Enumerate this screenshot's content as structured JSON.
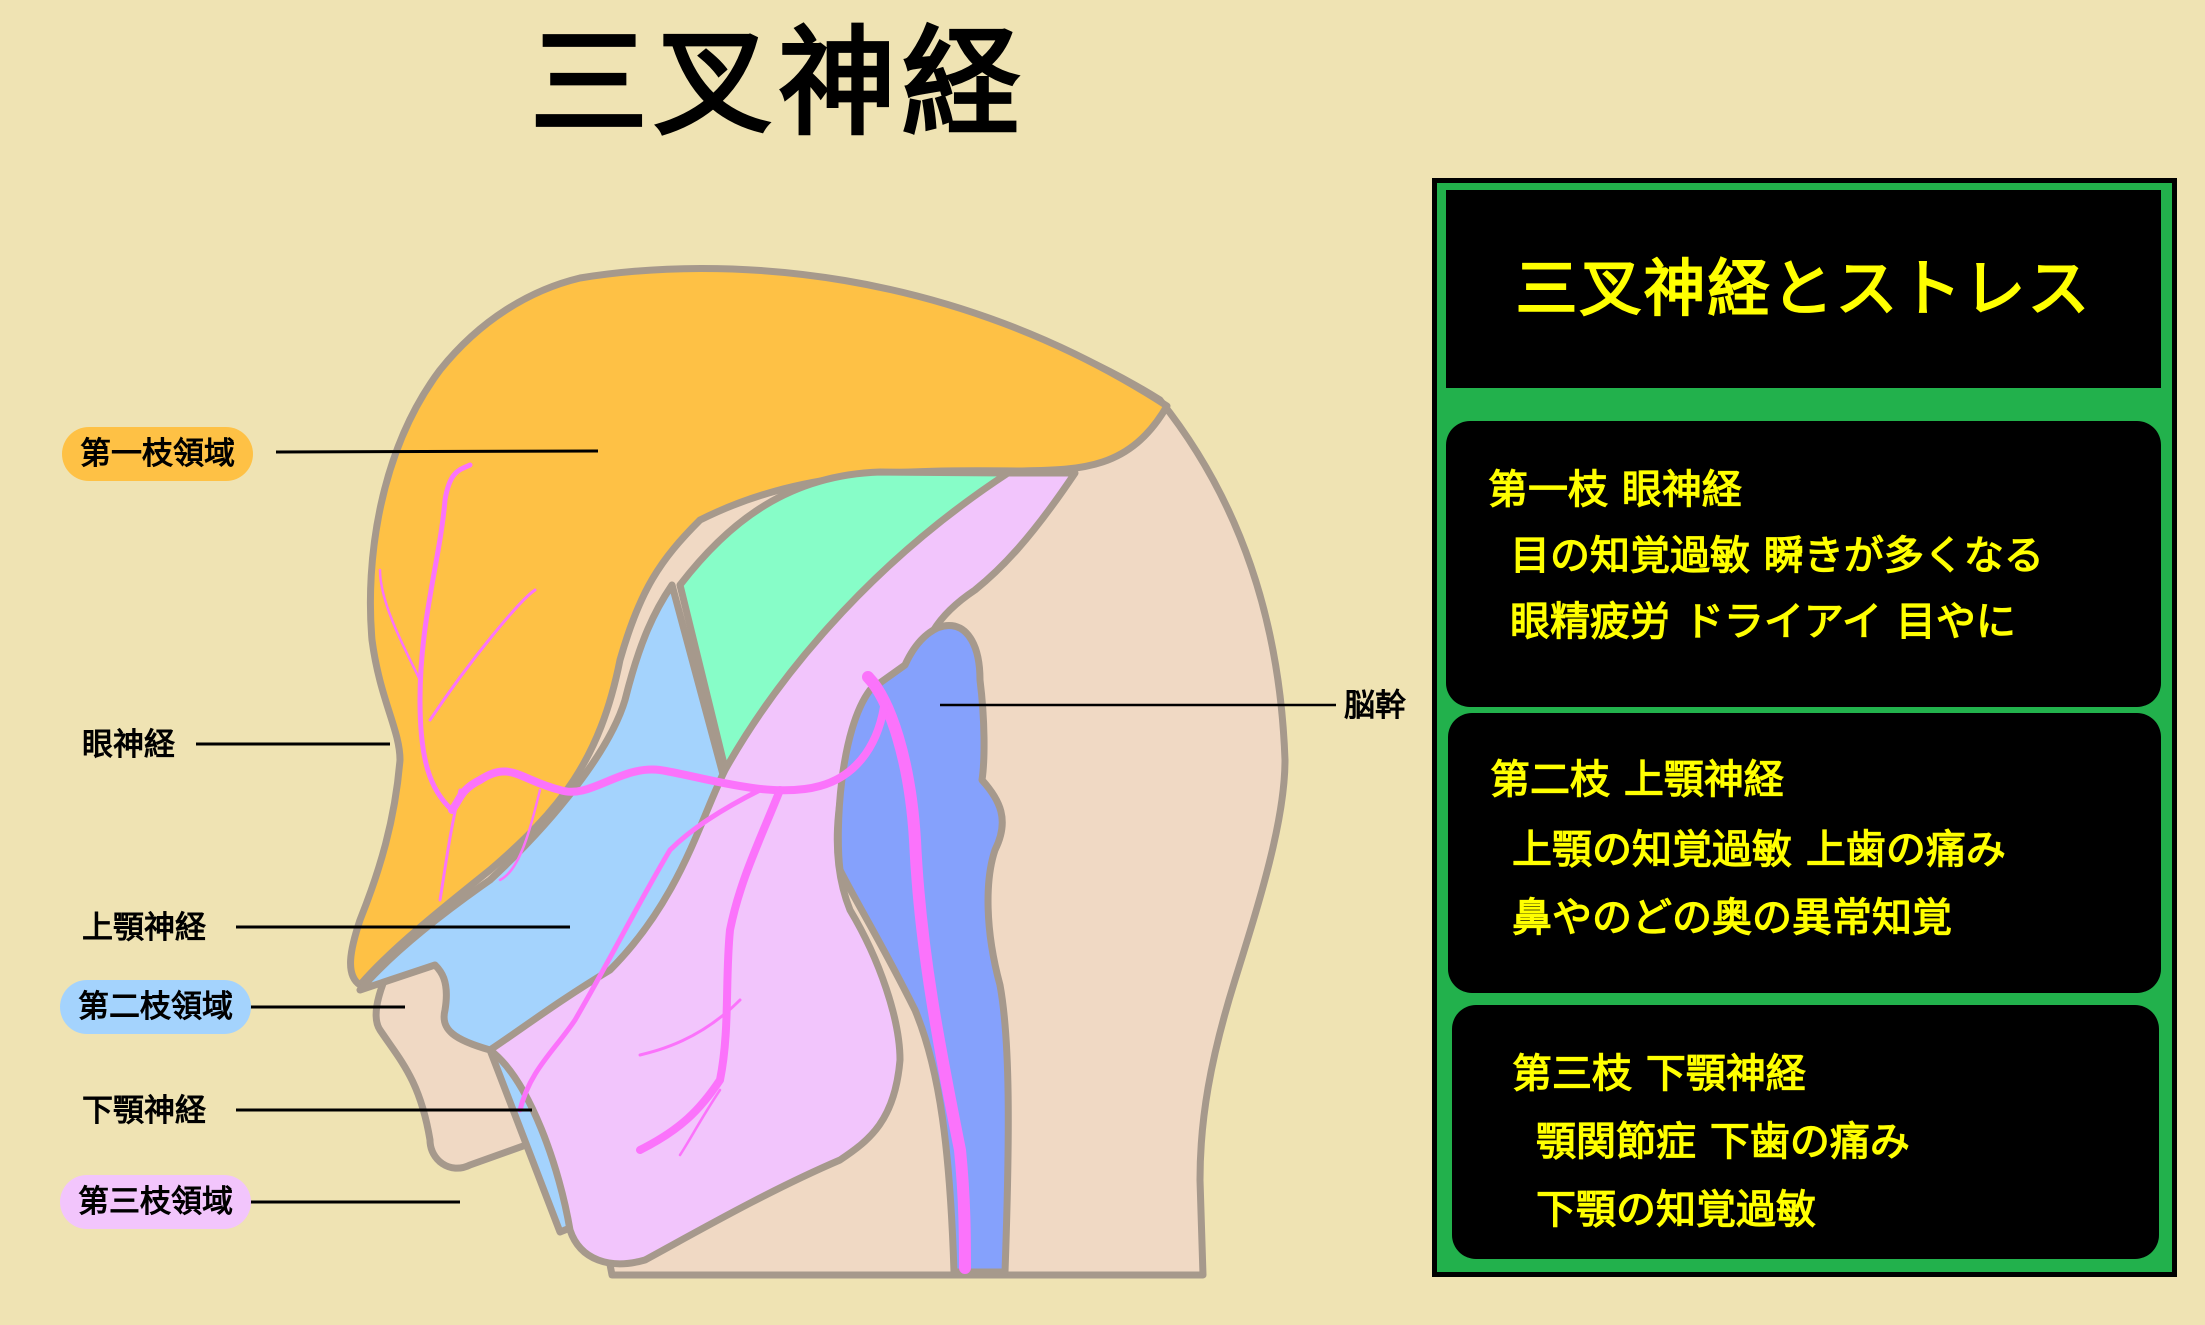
{
  "title": "三叉神経",
  "diagram": {
    "labels": {
      "region1": "第一枝領域",
      "ophthalmic": "眼神経",
      "maxillary": "上顎神経",
      "region2": "第二枝領域",
      "mandibular": "下顎神経",
      "region3": "第三枝領域",
      "brainstem": "脳幹"
    },
    "colors": {
      "background": "#efe3b3",
      "region1": "#fec145",
      "region2": "#a4d3fd",
      "region3": "#f2c5fc",
      "temple": "#87fdc8",
      "brainstem": "#85a1fc",
      "skin": "#f0d9c4",
      "nerve": "#fb73fb",
      "outline": "#a6998c"
    }
  },
  "panel": {
    "title": "三叉神経とストレス",
    "sections": [
      {
        "heading": "第一枝  眼神経",
        "lines": [
          "目の知覚過敏  瞬きが多くなる",
          "眼精疲労  ドライアイ  目やに"
        ]
      },
      {
        "heading": "第二枝  上顎神経",
        "lines": [
          "上顎の知覚過敏  上歯の痛み",
          "鼻やのどの奥の異常知覚"
        ]
      },
      {
        "heading": "第三枝  下顎神経",
        "lines": [
          "顎関節症  下歯の痛み",
          "下顎の知覚過敏"
        ]
      }
    ],
    "colors": {
      "frame": "#22b14c",
      "box": "#000000",
      "text": "#ffff00"
    }
  }
}
